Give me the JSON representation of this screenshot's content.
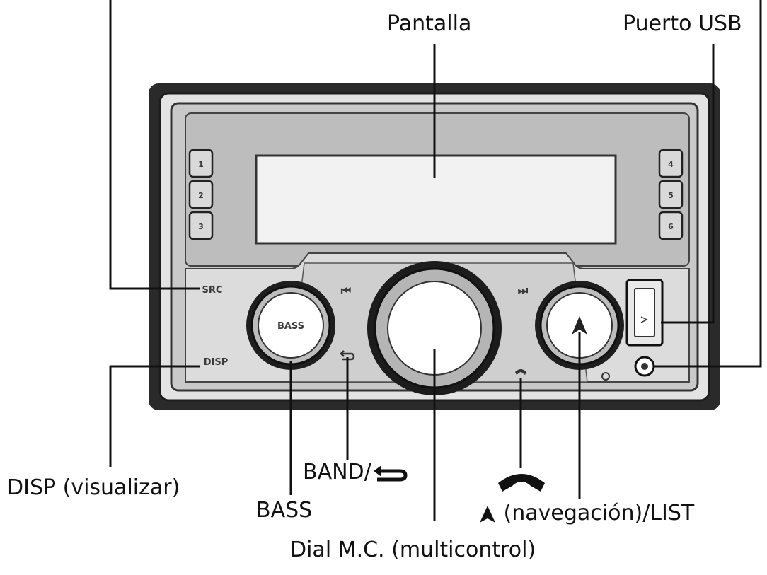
{
  "callouts": {
    "pantalla": "Pantalla",
    "puerto_usb": "Puerto USB",
    "disp": "DISP (visualizar)",
    "band": "BAND/",
    "bass": "BASS",
    "dial": "Dial M.C. (multicontrol)",
    "navegacion": "(navegación)/LIST"
  },
  "unit_labels": {
    "src": "SRC",
    "disp": "DISP",
    "bass": "BASS",
    "prev": "⏮",
    "next": "⏭",
    "preset_1": "1",
    "preset_2": "2",
    "preset_3": "3",
    "preset_4": "4",
    "preset_5": "5",
    "preset_6": "6"
  },
  "colors": {
    "panel_outer": "#2a2a2a",
    "panel_face": "#c9c9c9",
    "display": "#f2f2f2",
    "knob": "#ffffff",
    "line": "#111111"
  },
  "icons": {
    "band_back": "return-arrow-icon",
    "phone": "phone-handset-icon",
    "nav": "navigation-arrow-icon",
    "usb": "usb-port-icon",
    "aux": "aux-jack-icon"
  }
}
